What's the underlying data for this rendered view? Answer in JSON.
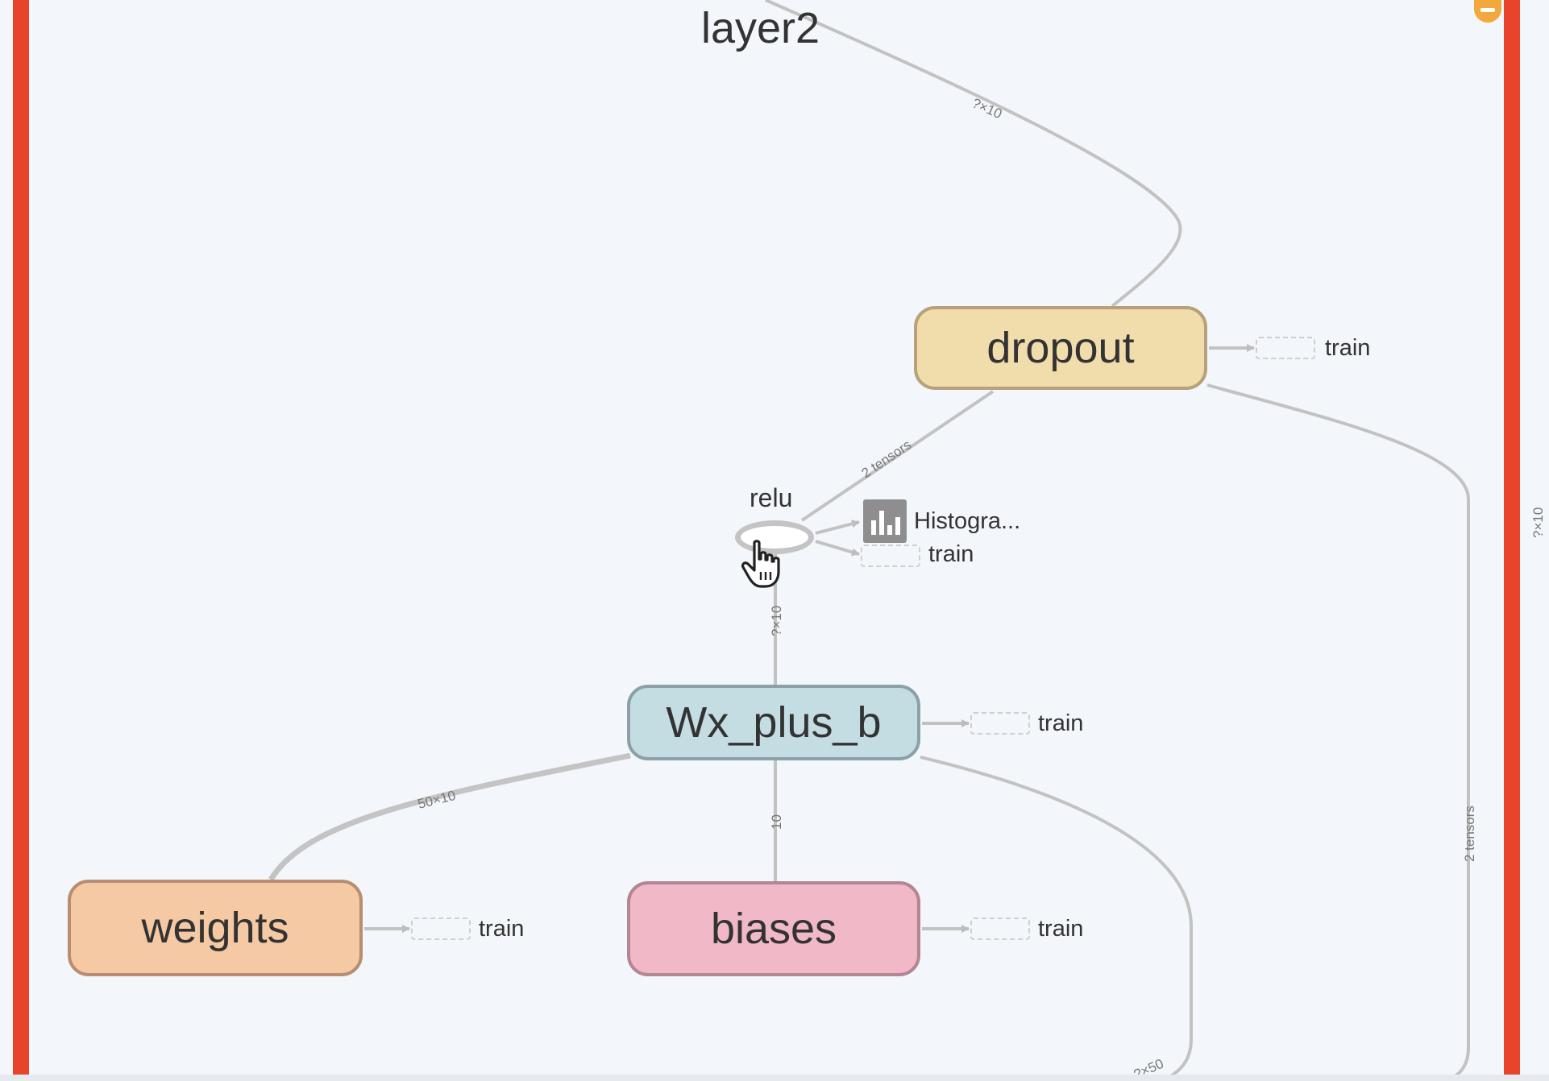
{
  "graph": {
    "group_title": "layer2",
    "nodes": {
      "dropout": "dropout",
      "wx_plus_b": "Wx_plus_b",
      "weights": "weights",
      "biases": "biases",
      "relu": "relu"
    },
    "aux_labels": {
      "dropout_train": "train",
      "relu_histogram": "Histogra...",
      "relu_train": "train",
      "wx_train": "train",
      "weights_train": "train",
      "biases_train": "train"
    },
    "edge_labels": {
      "into_dropout": "?×10",
      "relu_to_dropout": "2 tensors",
      "wx_to_relu": "?×10",
      "weights_to_wx": "50×10",
      "biases_to_wx": "10",
      "right_edge": "2 tensors",
      "bottom_edge": "?×50",
      "far_right": "?×10"
    }
  },
  "icons": {
    "histogram": "histogram-icon",
    "cursor": "hand-pointer-icon",
    "collapse": "collapse-icon"
  },
  "colors": {
    "border_accent": "#e8442c",
    "dropout_fill": "#f1dcac",
    "wx_fill": "#c4dde3",
    "weights_fill": "#f4c9a4",
    "biases_fill": "#f1b8c8",
    "collapse_accent": "#f2a83c"
  }
}
